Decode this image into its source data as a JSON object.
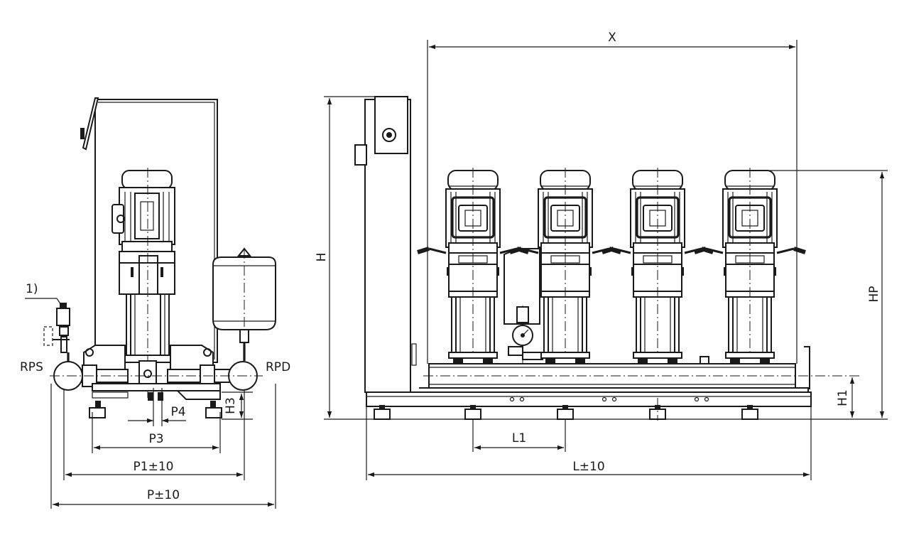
{
  "labels": {
    "x": "X",
    "h": "H",
    "hp": "HP",
    "h1": "H1",
    "h3": "H3",
    "l1": "L1",
    "l": "L±10",
    "p": "P±10",
    "p1": "P1±10",
    "p3": "P3",
    "p4": "P4",
    "rps": "RPS",
    "rpd": "RPD",
    "note": "1)"
  },
  "pump_count": 4
}
